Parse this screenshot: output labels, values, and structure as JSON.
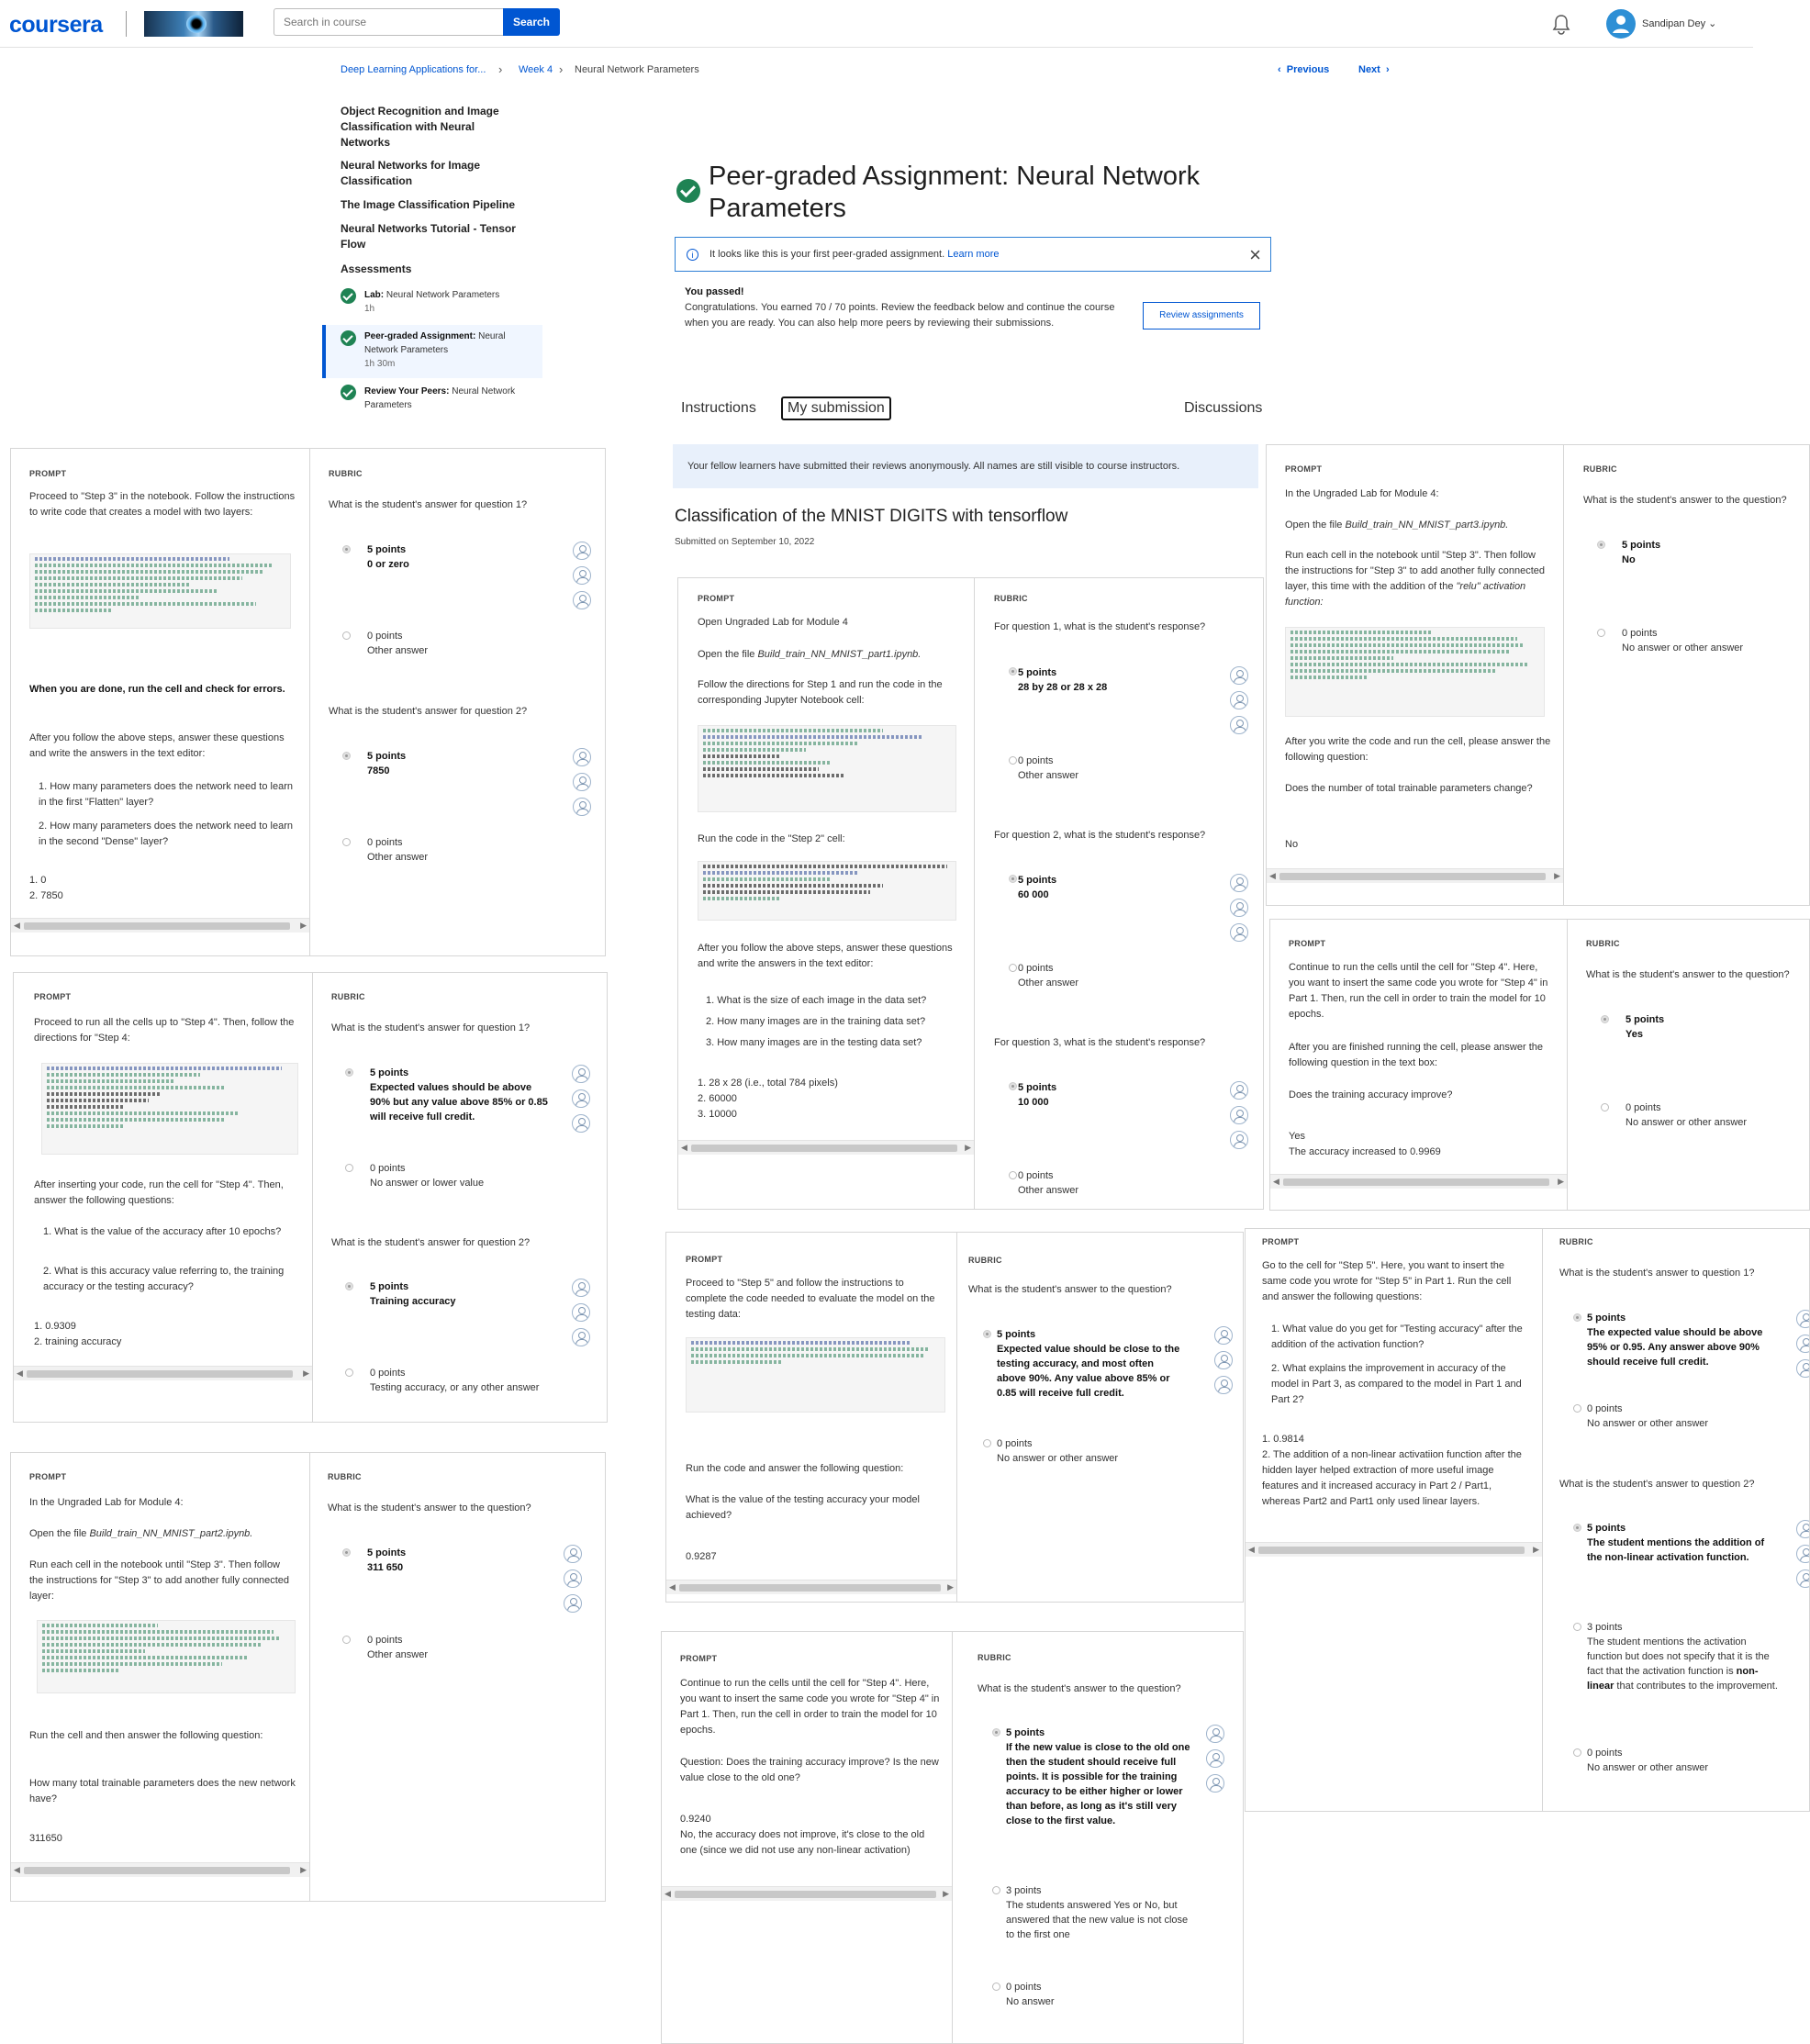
{
  "header": {
    "logo": "coursera",
    "search_placeholder": "Search in course",
    "search_label": "Search",
    "user_name": "Sandipan Dey"
  },
  "breadcrumb": {
    "course": "Deep Learning Applications for...",
    "week": "Week 4",
    "current": "Neural Network Parameters",
    "previous": "Previous",
    "next": "Next"
  },
  "sidebar": {
    "sections": [
      "Object Recognition and Image Classification with Neural Networks",
      "Neural Networks for Image Classification",
      "The Image Classification Pipeline",
      "Neural Networks Tutorial - Tensor Flow",
      "Assessments"
    ],
    "items": [
      {
        "type": "Lab:",
        "title": "Neural Network Parameters",
        "duration": "1h"
      },
      {
        "type": "Peer-graded Assignment:",
        "title": "Neural Network Parameters",
        "duration": "1h 30m"
      },
      {
        "type": "Review Your Peers:",
        "title": "Neural Network Parameters",
        "duration": ""
      }
    ]
  },
  "main": {
    "title": "Peer-graded Assignment: Neural Network Parameters",
    "notice": "It looks like this is your first peer-graded assignment.",
    "notice_link": "Learn more",
    "passed_title": "You passed!",
    "passed_text": "Congratulations. You earned 70 / 70 points. Review the feedback below and continue the course when you are ready. You can also help more peers by reviewing their submissions.",
    "review_button": "Review assignments",
    "tabs": [
      "Instructions",
      "My submission",
      "Discussions"
    ],
    "anon_notice": "Your fellow learners have submitted their reviews anonymously. All names are still visible to course instructors.",
    "submission_title": "Classification of the MNIST DIGITS with tensorflow",
    "submission_date": "Submitted on September 10, 2022"
  },
  "labels": {
    "prompt": "PROMPT",
    "rubric": "RUBRIC"
  },
  "cards": {
    "c1": {
      "p1": "Open Ungraded Lab for Module 4",
      "p2a": "Open the file ",
      "p2b": "Build_train_NN_MNIST_part1.ipynb.",
      "p3": "Follow the directions for Step 1 and run the code in the corresponding Jupyter Notebook cell:",
      "p4": "Run the code in the \"Step 2\" cell:",
      "p5": "After you follow the above steps, answer these questions and write the answers in the text editor:",
      "q1": "1.  What is the size of each image in the data set?",
      "q2": "2.  How many images are in the training data set?",
      "q3": "3.  How many images are in the testing data set?",
      "a1": "1. 28 x 28 (i.e., total 784 pixels)",
      "a2": "2. 60000",
      "a3": "3. 10000",
      "r1": "For question 1, what is the student's response?",
      "r1o1p": "5 points",
      "r1o1v": "28 by 28 or 28 x 28",
      "r1o2p": "0 points",
      "r1o2v": "Other answer",
      "r2": "For question 2, what is the student's response?",
      "r2o1p": "5 points",
      "r2o1v": "60 000",
      "r2o2p": "0 points",
      "r2o2v": "Other answer",
      "r3": "For question 3, what is the student's response?",
      "r3o1p": "5 points",
      "r3o1v": "10 000",
      "r3o2p": "0 points",
      "r3o2v": "Other answer"
    },
    "c2": {
      "p1": "Proceed to \"Step 3\" in the notebook. Follow the instructions to write code that creates a model with two layers:",
      "p2": "When you are done, run the cell and check for errors.",
      "p3": "After you follow the above steps, answer these questions and write the answers in the text editor:",
      "q1": "1.  How many parameters does the network need to learn in the first \"Flatten\" layer?",
      "q2": "2.  How many parameters does the network need to learn in the second \"Dense\" layer?",
      "a1": "1. 0",
      "a2": "2. 7850",
      "r1": "What is the student's answer for question 1?",
      "r1o1p": "5 points",
      "r1o1v": "0 or zero",
      "r1o2p": "0 points",
      "r1o2v": "Other answer",
      "r2": "What is the student's answer for question 2?",
      "r2o1p": "5 points",
      "r2o1v": "7850",
      "r2o2p": "0 points",
      "r2o2v": "Other answer"
    },
    "c3": {
      "p1": "Proceed to run all the cells up to \"Step 4\". Then, follow the directions for \"Step 4:",
      "p2": "After inserting your code, run the cell for \"Step 4\". Then, answer the following questions:",
      "q1": "1.  What is the value of the accuracy after 10 epochs?",
      "q2": "2.  What is this accuracy value referring to, the training accuracy or the testing accuracy?",
      "a1": "1. 0.9309",
      "a2": "2. training accuracy",
      "r1": "What is the student's answer for question 1?",
      "r1o1p": "5 points",
      "r1o1v": "Expected values should be above 90% but any value above 85% or 0.85 will receive full credit.",
      "r1o2p": "0 points",
      "r1o2v": "No answer or lower value",
      "r2": "What is the student's answer for question 2?",
      "r2o1p": "5 points",
      "r2o1v": "Training accuracy",
      "r2o2p": "0 points",
      "r2o2v": "Testing accuracy, or any other answer"
    },
    "c4": {
      "p1": "In the Ungraded Lab for Module 4:",
      "p2a": "Open the file ",
      "p2b": "Build_train_NN_MNIST_part2.ipynb.",
      "p3": "Run each cell in the notebook until \"Step 3\". Then follow the instructions for \"Step 3\" to add another fully connected layer:",
      "p4": "Run the cell and then answer the following question:",
      "p5": "How many total trainable parameters does the new network have?",
      "a1": "311650",
      "r1": "What is the student's answer to the question?",
      "r1o1p": "5 points",
      "r1o1v": "311 650",
      "r1o2p": "0 points",
      "r1o2v": "Other answer"
    },
    "c5": {
      "p1": "Proceed to \"Step 5\" and follow the instructions to complete the code needed to evaluate the model on the testing data:",
      "p2": "Run the code and answer the following question:",
      "p3": "What is the value of the testing accuracy your model achieved?",
      "a1": "0.9287",
      "r1": "What is the student's answer to the question?",
      "r1o1p": "5 points",
      "r1o1v": "Expected value should be close to the testing accuracy, and most often above 90%. Any value above 85% or 0.85 will receive full credit.",
      "r1o2p": "0 points",
      "r1o2v": "No answer or other answer"
    },
    "c6": {
      "p1": "Continue to run the cells until the cell for \"Step 4\". Here, you want to insert the same code you wrote for \"Step 4\" in Part 1. Then, run the cell in order to train the model for 10 epochs.",
      "p2": "Question: Does the training accuracy improve? Is the new value close to the old one?",
      "a1": "0.9240",
      "a2": "No, the accuracy does not improve, it's close to the old one (since we did not use any non-linear activation)",
      "r1": "What is the student's answer to the question?",
      "r1o1p": "5 points",
      "r1o1v": "If the new value is close to the old one then the student should receive full points. It is possible for the training accuracy to be either higher or lower than before, as long as it's still very close to the first value.",
      "r1o2p": "3 points",
      "r1o2v": "The students answered Yes or No, but answered that the new value is not close to the first one",
      "r1o3p": "0 points",
      "r1o3v": "No answer"
    },
    "c7": {
      "p1": "In the Ungraded Lab for Module 4:",
      "p2a": "Open the file ",
      "p2b": "Build_train_NN_MNIST_part3.ipynb.",
      "p3a": "Run each cell in the notebook until \"Step 3\". Then follow the instructions for \"Step 3\" to add another fully connected layer, this time with the addition of the ",
      "p3b": "\"relu\" activation function:",
      "p4": "After you write the code and run the cell, please answer the following question:",
      "p5": "Does the number of total trainable parameters change?",
      "a1": "No",
      "r1": "What is the student's answer to the question?",
      "r1o1p": "5 points",
      "r1o1v": "No",
      "r1o2p": "0 points",
      "r1o2v": "No answer or other answer"
    },
    "c8": {
      "p1": "Continue to run the cells until the cell for \"Step 4\". Here, you want to insert the same code you wrote for \"Step 4\" in Part 1. Then, run the cell in order to train the model for 10 epochs.",
      "p2": "After you are finished running the cell, please answer the following question in the text box:",
      "p3": "Does the training accuracy improve?",
      "a1": "Yes",
      "a2": "The accuracy increased to 0.9969",
      "r1": "What is the student's answer to the question?",
      "r1o1p": "5 points",
      "r1o1v": "Yes",
      "r1o2p": "0 points",
      "r1o2v": "No answer or other answer"
    },
    "c9": {
      "p1": "Go to the cell for \"Step 5\". Here, you want to insert the same code you wrote for \"Step 5\" in Part 1. Run the cell and answer the following questions:",
      "q1": "1.  What value do you get for \"Testing accuracy\" after the addition of the activation function?",
      "q2": "2.  What explains the improvement in accuracy of the model in Part 3, as compared to the model in Part 1 and Part 2?",
      "a1": "1. 0.9814",
      "a2": "2. The addition of a non-linear activatiion function after the hidden layer helped extraction of more useful image features and it increased accuracy in Part 2 / Part1, whereas Part2 and Part1 only used linear layers.",
      "r1": "What is the student's answer to question 1?",
      "r1o1p": "5 points",
      "r1o1v": "The expected value should be above 95% or 0.95. Any answer above 90% should receive full credit.",
      "r1o2p": "0 points",
      "r1o2v": "No answer or other answer",
      "r2": "What is the student's answer to question 2?",
      "r2o1p": "5 points",
      "r2o1v": "The student mentions the addition of the non-linear activation function.",
      "r2o2p": "3 points",
      "r2o2va": "The student mentions the activation function but does not specify that it is the fact that the activation function is ",
      "r2o2vb": "non-linear",
      "r2o2vc": " that contributes to the improvement.",
      "r2o3p": "0 points",
      "r2o3v": "No answer or other answer"
    }
  }
}
